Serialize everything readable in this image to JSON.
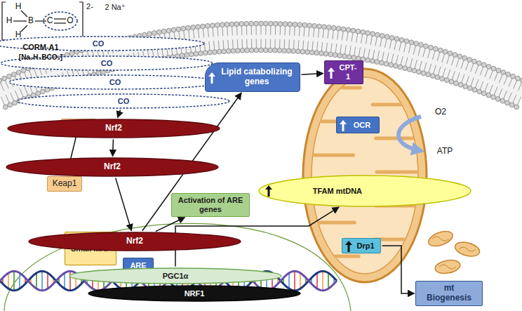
{
  "diagram": {
    "nodes": [
      {
        "text": [
          "CO"
        ]
      },
      {
        "text": [
          "CO"
        ]
      },
      {
        "text": [
          "CO"
        ]
      },
      {
        "text": [
          "CO"
        ]
      },
      {
        "text": [
          "Keap1"
        ]
      },
      {
        "text": [
          "Nrf2"
        ]
      },
      {
        "text": [
          "Keap1"
        ]
      },
      {
        "text": [
          "Nrf2"
        ]
      },
      {
        "text": [
          "Lipid catabolizing genes"
        ]
      },
      {
        "text": [
          "CPT-1"
        ]
      },
      {
        "text": [
          "Activation of ARE genes"
        ]
      },
      {
        "text": [
          "Small MAF"
        ]
      },
      {
        "text": [
          "Nrf2"
        ]
      },
      {
        "text": [
          "ARE"
        ]
      },
      {
        "text": [
          "PGC1α"
        ]
      },
      {
        "text": [
          "NRF1"
        ]
      },
      {
        "text": [
          "OCR"
        ]
      },
      {
        "text": [
          "TFAM mtDNA"
        ]
      },
      {
        "text": [
          "Drp1"
        ]
      },
      {
        "text": [
          "mt Biogenesis"
        ]
      }
    ],
    "edges": [
      {
        "from": 3,
        "to": 5,
        "arrow": "to"
      },
      {
        "from": 4,
        "to": 6,
        "arrow": "to"
      },
      {
        "from": 5,
        "to": 7,
        "arrow": "to"
      },
      {
        "from": 7,
        "to": 12,
        "arrow": "to"
      },
      {
        "from": 12,
        "to": 8,
        "arrow": "to"
      },
      {
        "from": 12,
        "to": 10,
        "arrow": "to"
      },
      {
        "from": 8,
        "to": 9,
        "arrow": "to"
      },
      {
        "from": 14,
        "to": 17,
        "arrow": "to"
      },
      {
        "from": 18,
        "to": 19,
        "arrow": "to"
      }
    ],
    "labels": [
      "H",
      "H",
      "H",
      "B",
      "C",
      "O",
      "2-",
      "2 Na⁺",
      "CORM-A1",
      "[Na₂H₃BCO₂]",
      "O2",
      "ATP"
    ]
  }
}
